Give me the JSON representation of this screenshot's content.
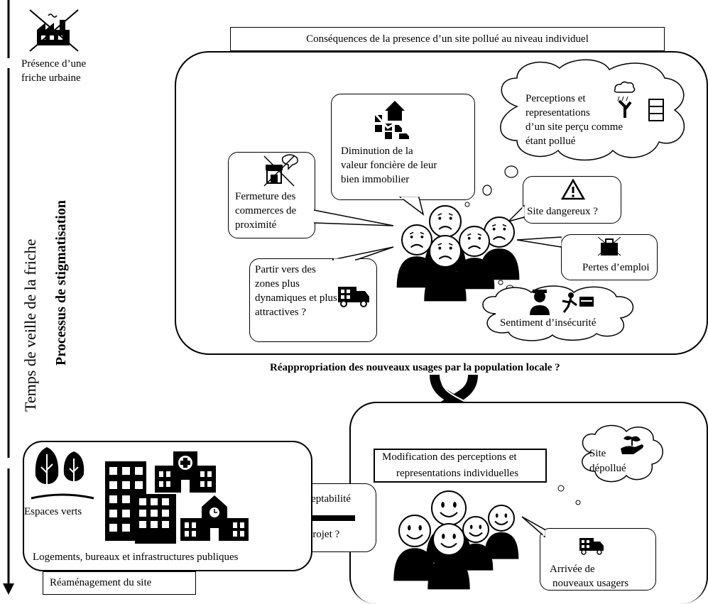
{
  "timeline": {
    "time_label": "Temps de veille de la friche",
    "process_label": "Processus de stigmatisation"
  },
  "top_left": {
    "label_line1": "Présence d’une",
    "label_line2": "friche urbaine",
    "icon": "crossed-factory-icon"
  },
  "individual_section": {
    "title": "Conséquences de la presence d’un site pollué au niveau individuel",
    "perceptions": {
      "line1": "Perceptions et",
      "line2": "representations",
      "line3": "d’un site perçu comme",
      "line4": "étant pollué"
    },
    "diminution": {
      "line1": "Diminution de la",
      "line2": "valeur foncière de leur",
      "line3": "bien immobilier"
    },
    "fermeture": {
      "line1": "Fermeture des",
      "line2": "commerces de",
      "line3": "proximité"
    },
    "danger": "Site dangereux ?",
    "emploi": "Pertes d’emploi",
    "partir": {
      "line1": "Partir vers des",
      "line2": "zones plus",
      "line3": "dynamiques et plus",
      "line4": "attractives ?"
    },
    "insecurite": "Sentiment d’insécurité"
  },
  "reappropriation": "Réappropriation des nouveaux usages par la population locale ?",
  "new_section": {
    "modification": {
      "line1": "Modification des perceptions et",
      "line2": "representations individuelles"
    },
    "depollue": {
      "line1": "Site",
      "line2": "dépollué"
    },
    "arrivee": {
      "line1": "Arrivée de",
      "line2": "nouveaux usagers"
    }
  },
  "acceptabilite": {
    "line1": "Acceptabilité",
    "line2": "du projet ?"
  },
  "redevelopment": {
    "espaces_verts": "Espaces verts",
    "logements": "Logements, bureaux et infrastructures publiques",
    "reamenagement": "Réaménagement du site"
  }
}
